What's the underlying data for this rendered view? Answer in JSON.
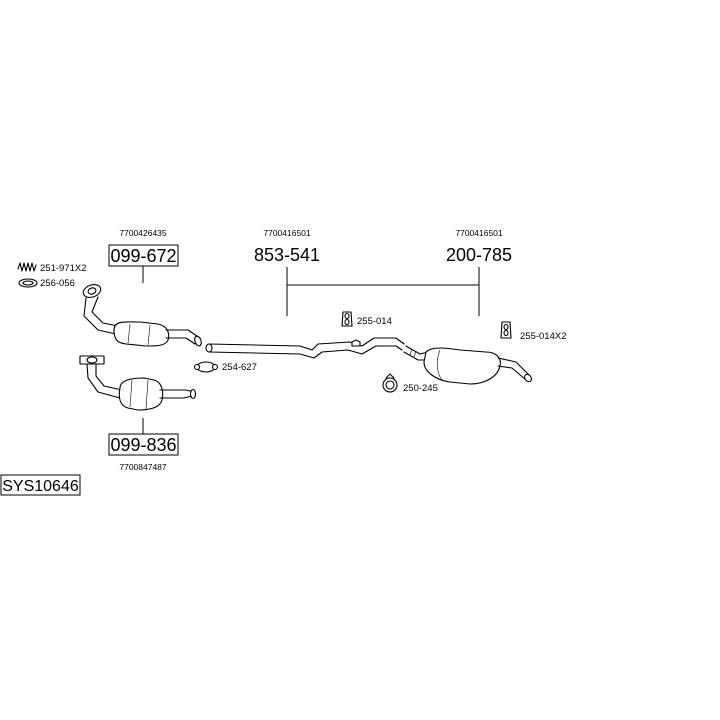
{
  "system_id": "SYS10646",
  "parts": {
    "cat_front": {
      "part_number": "099-672",
      "oem": "7700426435"
    },
    "cat_rear": {
      "part_number": "099-836",
      "oem": "7700847487"
    },
    "center_pipe": {
      "part_number": "853-541",
      "oem": "7700416501"
    },
    "rear_silencer": {
      "part_number": "200-785",
      "oem": "7700416501"
    }
  },
  "accessories": {
    "spring": "251-971X2",
    "gasket": "256-056",
    "clamp": "254-627",
    "hanger_mid": "255-014",
    "hanger_rear": "255-014X2",
    "ring_clamp": "250-245"
  }
}
